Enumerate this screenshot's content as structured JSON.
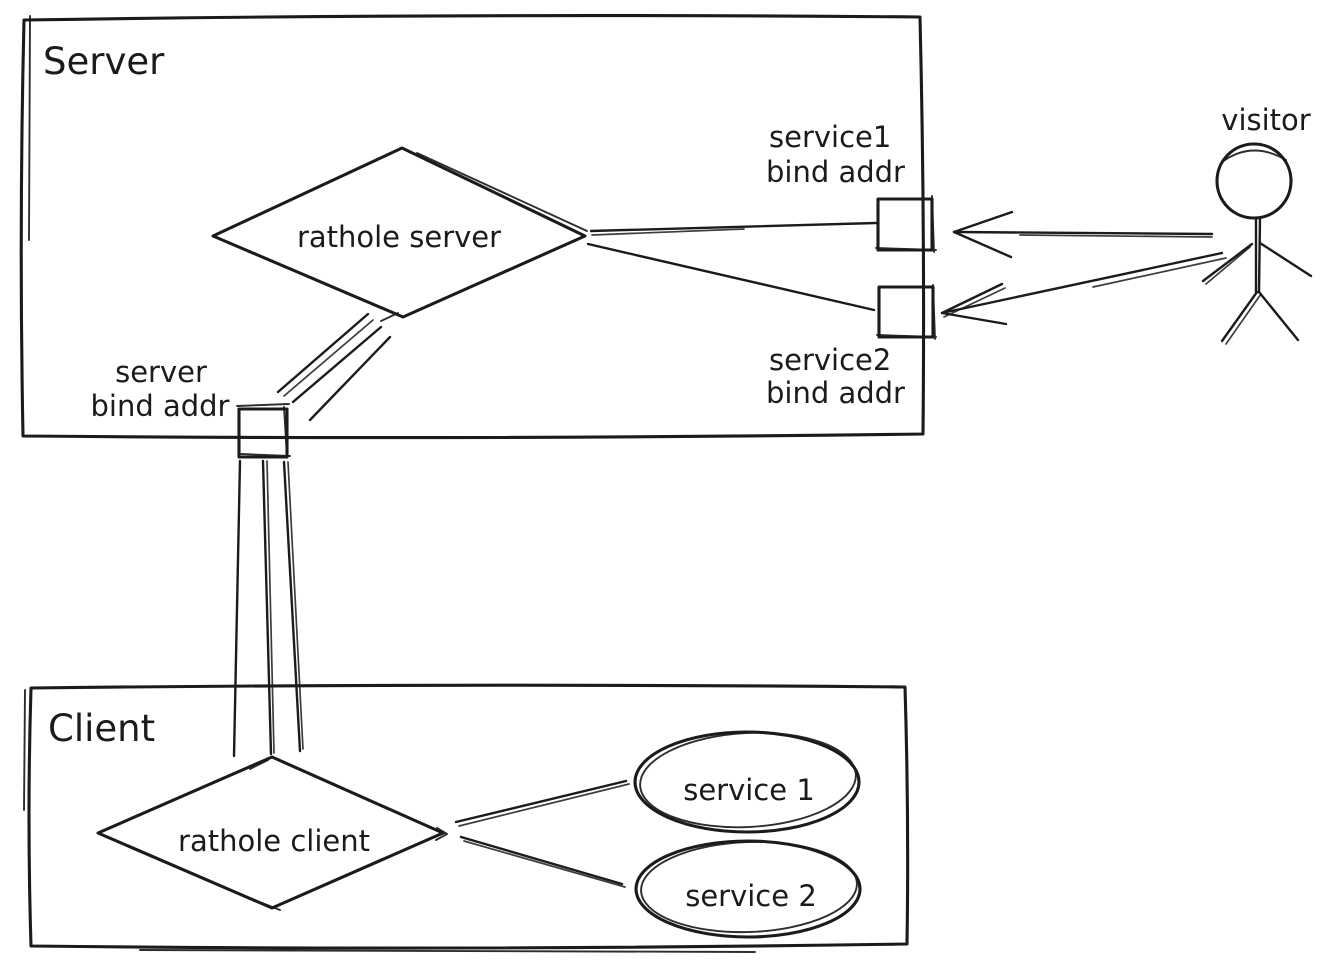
{
  "canvas": {
    "background": "#ffffff",
    "ink": "#1b1b1b"
  },
  "containers": {
    "server": {
      "label": "Server"
    },
    "client": {
      "label": "Client"
    }
  },
  "nodes": {
    "rathole_server": {
      "label": "rathole server",
      "shape": "diamond"
    },
    "rathole_client": {
      "label": "rathole client",
      "shape": "diamond"
    },
    "service1": {
      "label": "service 1",
      "shape": "ellipse"
    },
    "service2": {
      "label": "service 2",
      "shape": "ellipse"
    },
    "visitor": {
      "label": "visitor",
      "shape": "stick-figure"
    }
  },
  "ports": {
    "service1_bind": {
      "line1": "service1",
      "line2": "bind addr"
    },
    "service2_bind": {
      "line1": "service2",
      "line2": "bind addr"
    },
    "server_bind": {
      "line1": "server",
      "line2": "bind addr"
    }
  }
}
